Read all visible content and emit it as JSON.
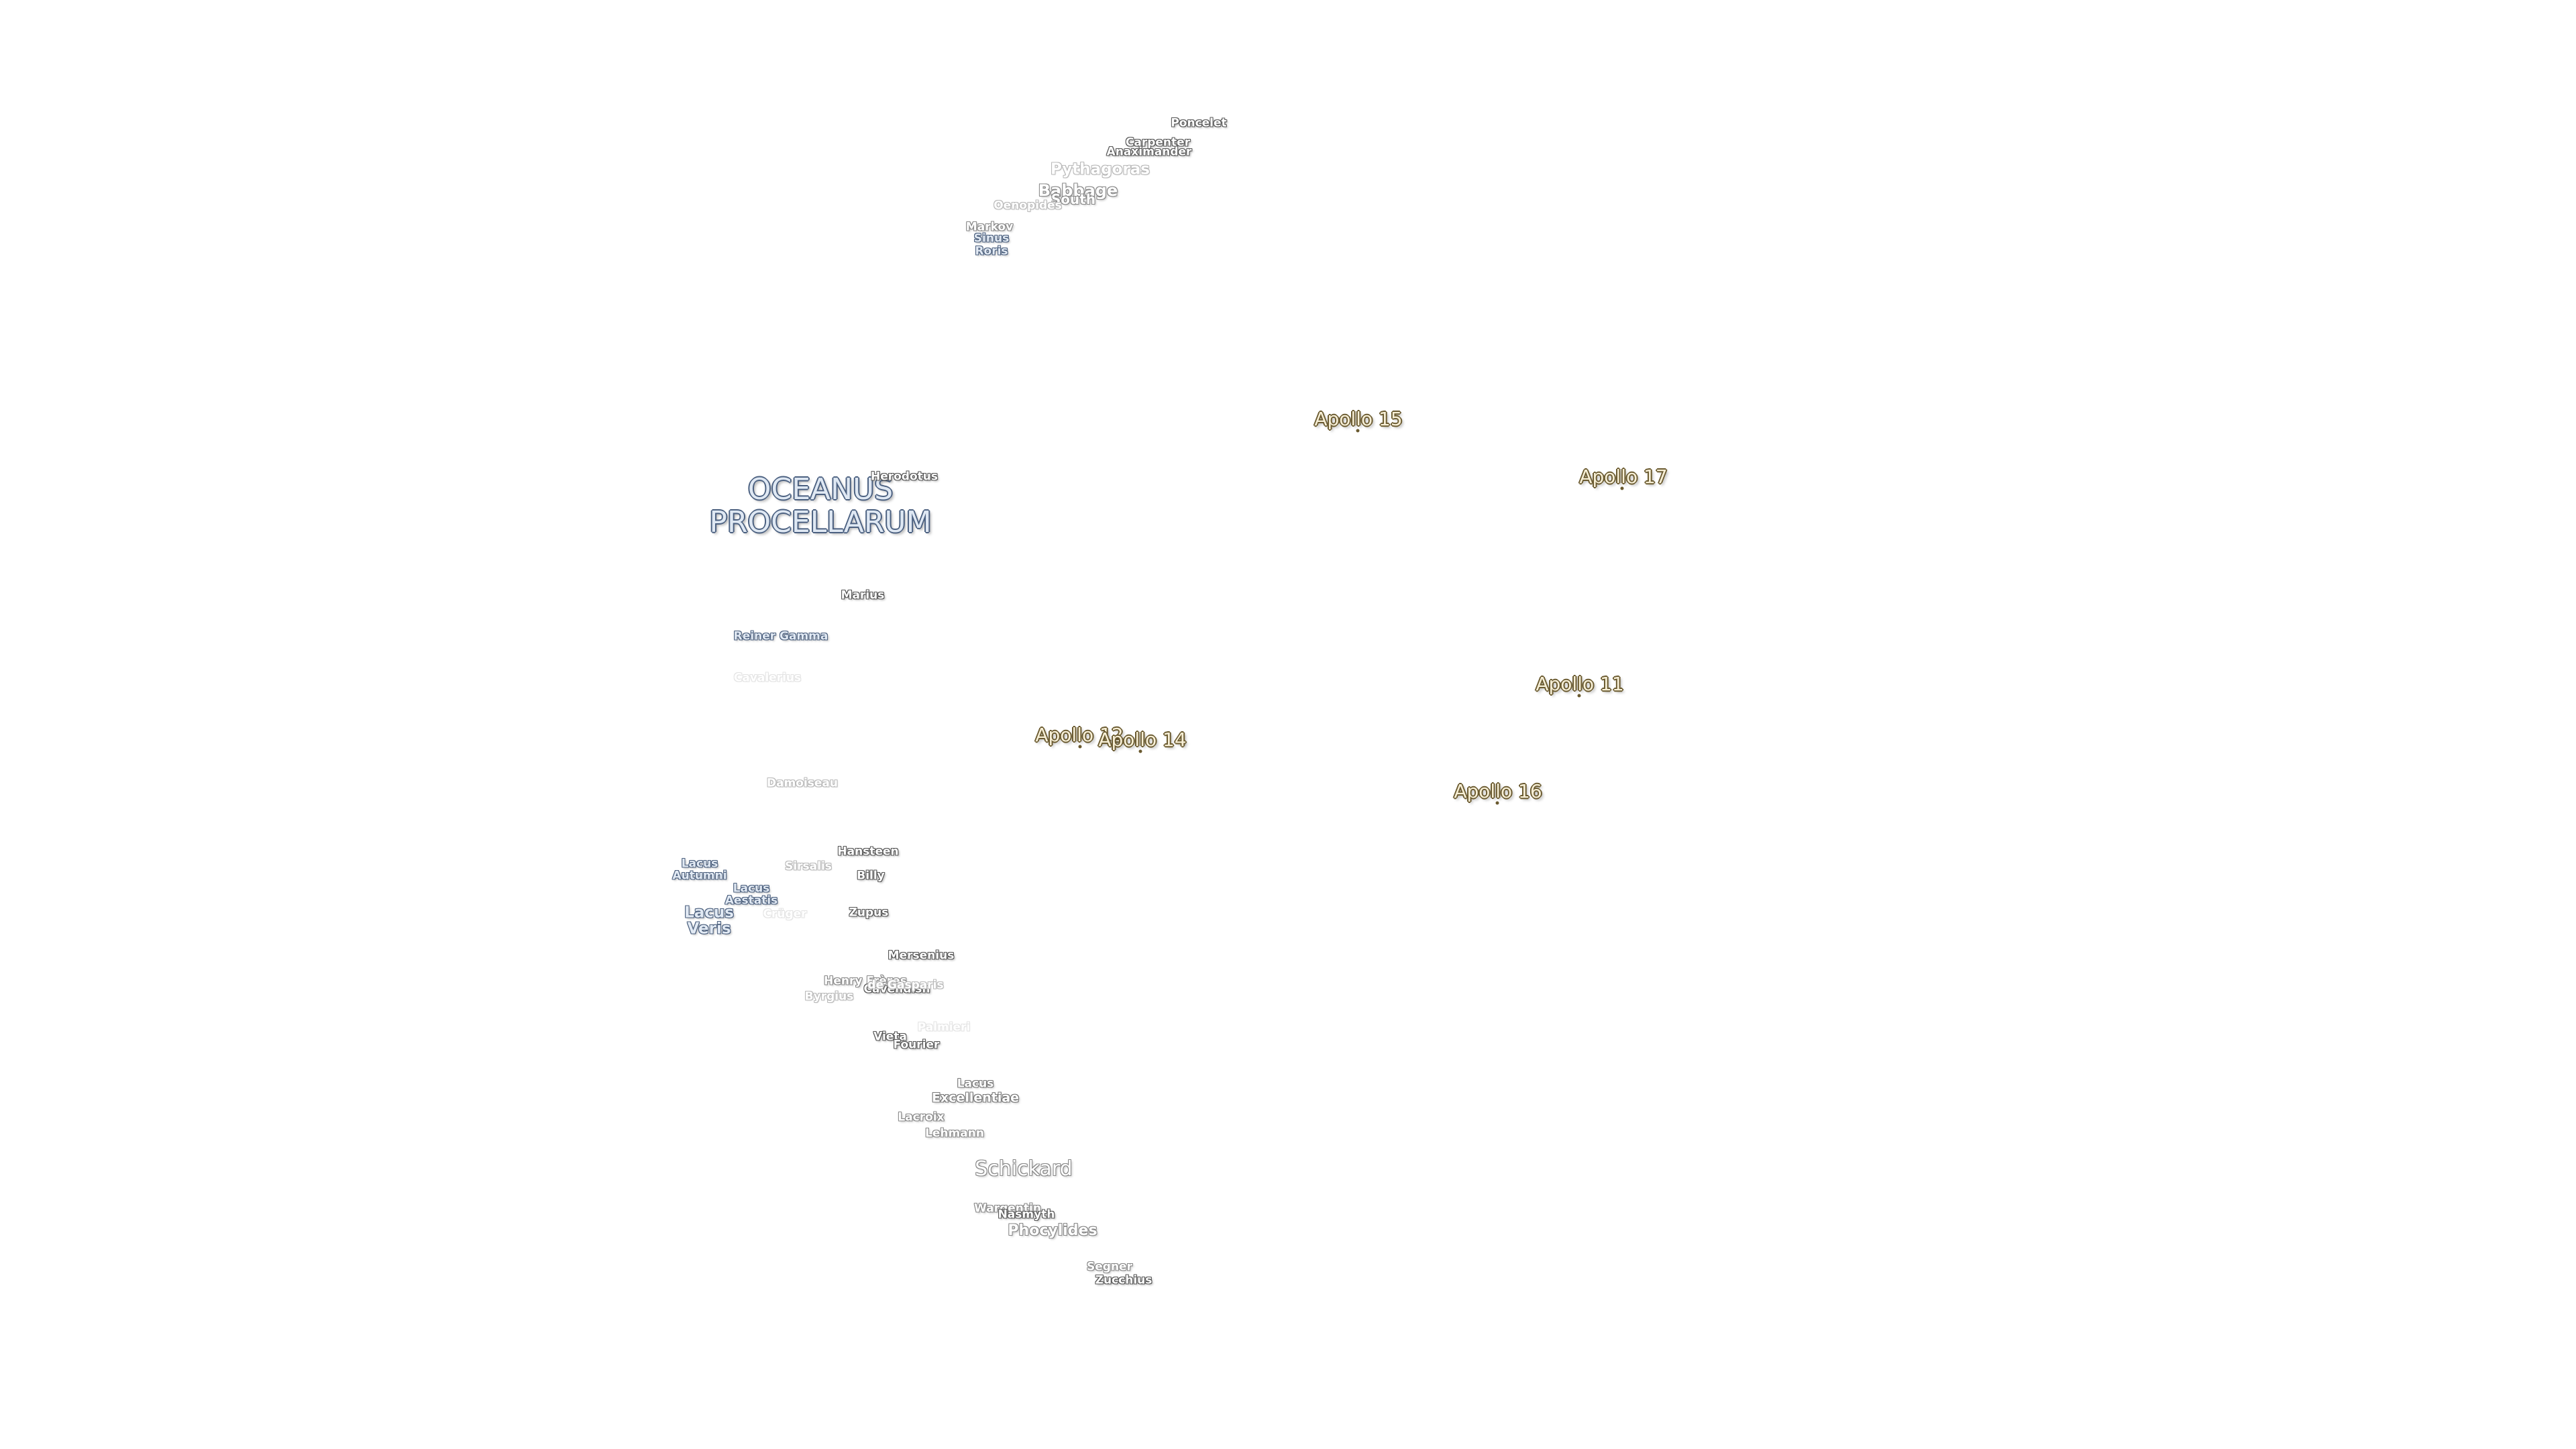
{
  "labels": {
    "poncelet": "Poncelet",
    "carpenter": "Carpenter",
    "anaximander": "Anaximander",
    "pythagoras": "Pythagoras",
    "babbage": "Babbage",
    "south": "South",
    "oenopides": "Oenopides",
    "markov": "Markov",
    "sinus": "Sinus",
    "roris": "Roris",
    "oceanus_line1": "OCEANUS",
    "oceanus_line2": "PROCELLARUM",
    "herodotus": "Herodotus",
    "marius": "Marius",
    "reiner_gamma": "Reiner Gamma",
    "cavalerius": "Cavalerius",
    "damoiseau": "Damoiseau",
    "lacus_autumni_1": "Lacus",
    "lacus_autumni_2": "Autumni",
    "lacus_aestatis_1": "Lacus",
    "lacus_aestatis_2": "Aestatis",
    "lacus_veris_1": "Lacus",
    "lacus_veris_2": "Veris",
    "sirsalis": "Sirsalis",
    "hansteen": "Hansteen",
    "billy": "Billy",
    "zupus": "Zupus",
    "crueger": "Crüger",
    "mersenius": "Mersenius",
    "henry_freres": "Henry Frères",
    "cavendish": "Cavendish",
    "de_gasparis": "de Gasparis",
    "byrgius": "Byrgius",
    "palmieri": "Palmieri",
    "vieta": "Vieta",
    "fourier": "Fourier",
    "lacus_excellentiae_1": "Lacus",
    "lacus_excellentiae_2": "Excellentiae",
    "lacroix": "Lacroix",
    "lehmann": "Lehmann",
    "schickard": "Schickard",
    "wargentin": "Wargentin",
    "nasmyth": "Nasmyth",
    "phocylides": "Phocylides",
    "segner": "Segner",
    "zucchius": "Zucchius"
  },
  "apollo_sites": [
    {
      "name": "Apollo 15"
    },
    {
      "name": "Apollo 17"
    },
    {
      "name": "Apollo 11"
    },
    {
      "name": "Apollo 12"
    },
    {
      "name": "Apollo 14"
    },
    {
      "name": "Apollo 16"
    }
  ],
  "colors": {
    "background": "#ffffff",
    "crater_halo": "#555555",
    "mare_text": "#dfe8f3",
    "mare_halo": "#4b6080",
    "apollo_text": "#f7efd6",
    "apollo_halo": "#6a5a30"
  }
}
